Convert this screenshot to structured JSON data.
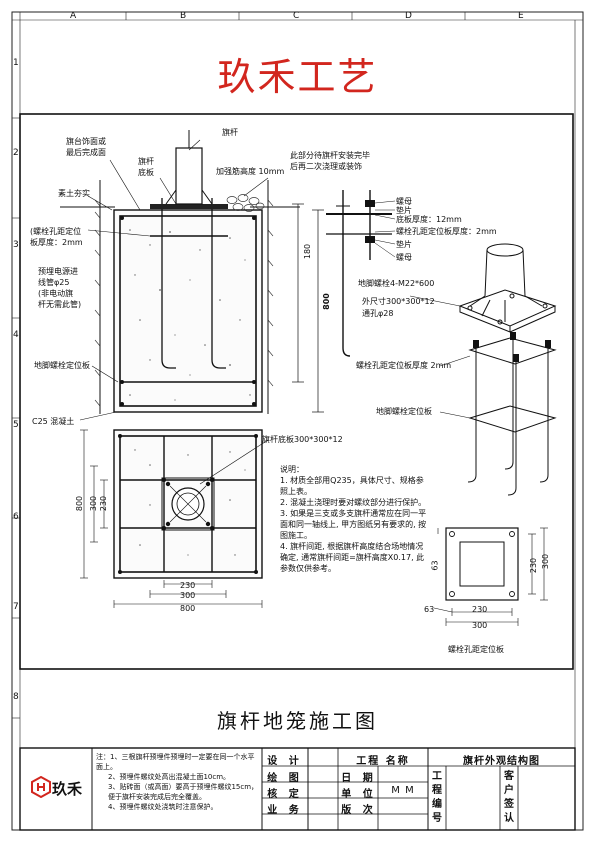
{
  "company_title": "玖禾工艺",
  "drawing_title": "旗杆地笼施工图",
  "grid": {
    "letters": [
      "A",
      "B",
      "C",
      "D",
      "E"
    ],
    "numbers": [
      "1",
      "2",
      "3",
      "4",
      "5",
      "6",
      "7",
      "8"
    ]
  },
  "section_labels": {
    "platform_surface": "旗台饰面或\n最后完成面",
    "flagpole": "旗杆",
    "flagpole_base": "旗杆\n底板",
    "rib_height": "加强筋高度 10mm",
    "secondary_pour": "此部分待旗杆安装完毕\n后再二次浇理或装饰",
    "rammed_soil": "素土夯实",
    "bolt_plate_thickness": "(螺栓孔距定位\n板厚度：2mm",
    "conduit": "预埋电源进\n线管φ25\n(非电动旗\n杆无需此管)",
    "anchor_plate_left": "地脚螺栓定位板",
    "concrete": "C25  混凝土",
    "dim_180": "180",
    "dim_800_v": "800"
  },
  "bolt_detail": {
    "nut_top": "螺母",
    "washer_top": "垫片",
    "base_thickness": "底板厚度：12mm",
    "plate_thickness": "螺栓孔距定位板厚度：2mm",
    "washer_bottom": "垫片",
    "nut_bottom": "螺母",
    "anchor_bolt": "地脚螺栓4-M22*600",
    "outer_size": "外尺寸300*300*12",
    "hole": "通孔φ28",
    "plate_thickness_2": "螺栓孔距定位板厚度 2mm",
    "anchor_plate_right": "地脚螺栓定位板"
  },
  "plan_view": {
    "base_plate_label": "旗杆底板300*300*12",
    "dims_h": [
      "230",
      "300",
      "800"
    ],
    "dims_v": [
      "230",
      "300",
      "800"
    ]
  },
  "notes": {
    "heading": "说明：",
    "items": [
      "1. 材质全部用Q235，具体尺寸、规格参照上表。",
      "2. 混凝土浇理时要对螺纹部分进行保护。",
      "3. 如果是三支或多支旗杆通常应在同一平面和同一轴线上, 甲方图纸另有要求的, 按图施工。",
      "4. 旗杆间距, 根据旗杆高度结合场地情况确定, 通常旗杆间距=旗杆高度X0.17, 此参数仅供参考。"
    ]
  },
  "positioning_plate": {
    "dims": [
      "63",
      "230",
      "300",
      "300",
      "230",
      "63"
    ],
    "label": "螺栓孔距定位板"
  },
  "title_block": {
    "logo_text": "玖禾",
    "notes": [
      "注：1、三根旗杆预埋件预埋时一定要在同一个水平面上。",
      "2、预埋件螺纹处高出混凝土面10cm。",
      "3、贴砖面（或高面）要高于预埋件螺纹15cm，便于旗杆安装完成后完全覆盖。",
      "4、预埋件螺纹处浇筑时注意保护。"
    ],
    "design": "设 计",
    "drawn": "绘 图",
    "check": "核 定",
    "business": "业 务",
    "project_name": "工程 名称",
    "date": "日 期",
    "unit": "单 位",
    "unit_value": "M M",
    "version": "版 次",
    "drawing_name": "旗杆外观结构图",
    "project_no": "工程编号",
    "client_sign": "客户签认"
  }
}
